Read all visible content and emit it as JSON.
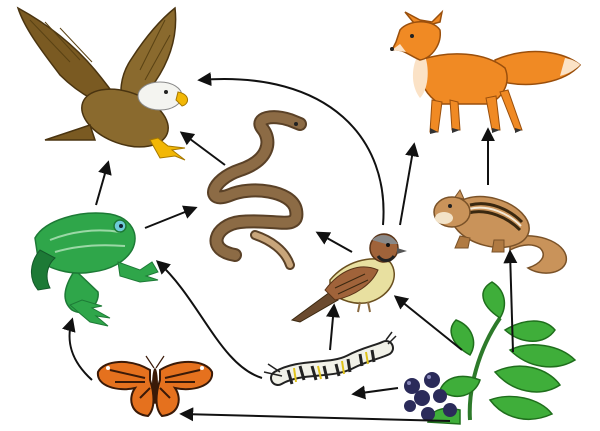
{
  "organisms": [
    {
      "id": "eagle",
      "icon": "eagle-icon"
    },
    {
      "id": "fox",
      "icon": "fox-icon"
    },
    {
      "id": "snake",
      "icon": "snake-icon"
    },
    {
      "id": "frog",
      "icon": "frog-icon"
    },
    {
      "id": "chipmunk",
      "icon": "chipmunk-icon"
    },
    {
      "id": "sparrow",
      "icon": "sparrow-icon"
    },
    {
      "id": "caterpillar",
      "icon": "caterpillar-icon"
    },
    {
      "id": "butterfly",
      "icon": "butterfly-icon"
    },
    {
      "id": "plant",
      "icon": "plant-with-berries-icon"
    }
  ],
  "links": [
    {
      "from": "frog",
      "to": "eagle"
    },
    {
      "from": "snake",
      "to": "eagle"
    },
    {
      "from": "sparrow",
      "to": "eagle"
    },
    {
      "from": "frog",
      "to": "snake"
    },
    {
      "from": "sparrow",
      "to": "snake"
    },
    {
      "from": "caterpillar",
      "to": "frog"
    },
    {
      "from": "butterfly",
      "to": "frog"
    },
    {
      "from": "sparrow",
      "to": "fox"
    },
    {
      "from": "chipmunk",
      "to": "fox"
    },
    {
      "from": "plant",
      "to": "chipmunk"
    },
    {
      "from": "caterpillar",
      "to": "sparrow"
    },
    {
      "from": "plant",
      "to": "sparrow"
    },
    {
      "from": "plant",
      "to": "caterpillar"
    },
    {
      "from": "plant",
      "to": "butterfly"
    }
  ],
  "colors": {
    "arrow": "#111111",
    "eagle_body": "#8a6a2e",
    "eagle_head": "#f4f4f0",
    "beak": "#f2b705",
    "fox": "#f08a24",
    "fox_light": "#fbe2c6",
    "snake": "#8c6b45",
    "snake_light": "#c8a57a",
    "frog": "#2fa64a",
    "frog_dark": "#1d7a36",
    "chipmunk": "#c9935a",
    "sparrow": "#a0633a",
    "caterpillar": "#f1f1e8",
    "butterfly": "#e5711e",
    "leaf": "#3fae3a",
    "berry": "#2b2b5a"
  }
}
